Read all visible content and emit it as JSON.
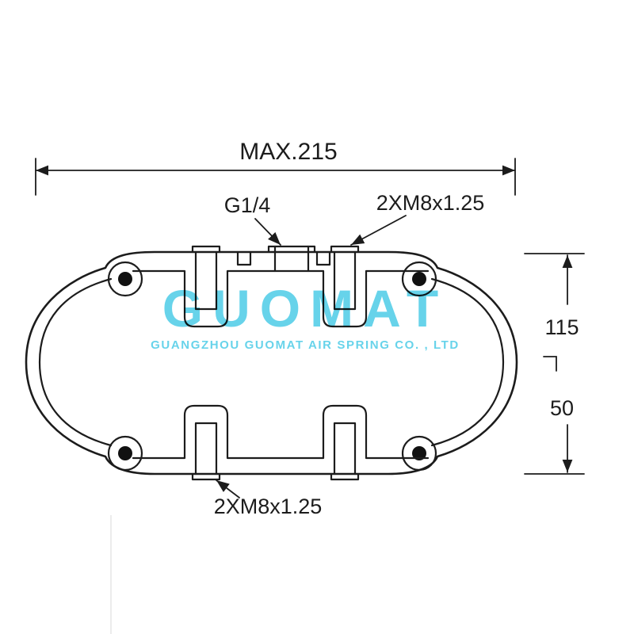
{
  "diagram": {
    "dim_width_label": "MAX.215",
    "dim_height_upper_label": "115",
    "dim_height_lower_label": "50",
    "top_port_label": "G1/4",
    "top_bolts_label": "2XM8x1.25",
    "bottom_bolts_label": "2XM8x1.25",
    "line_color": "#1c1c1c",
    "background_color": "#ffffff",
    "watermark_brand": "GUOMAT",
    "watermark_company": "GUANGZHOU GUOMAT AIR SPRING CO. , LTD",
    "watermark_color": "#52cde8"
  }
}
